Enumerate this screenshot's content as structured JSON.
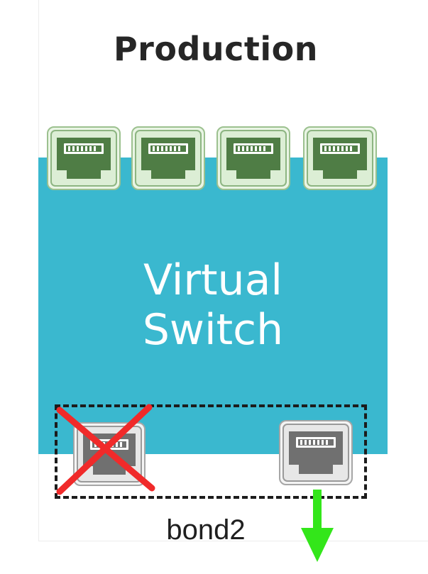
{
  "diagram": {
    "title": "Production",
    "switch": {
      "label_line1": "Virtual",
      "label_line2": "Switch"
    },
    "bond_label": "bond2",
    "uplink_ports": [
      "port-1",
      "port-2",
      "port-3",
      "port-4"
    ],
    "bond_ports": [
      {
        "id": "bond-port-1",
        "status": "failed"
      },
      {
        "id": "bond-port-2",
        "status": "active"
      }
    ],
    "colors": {
      "switch": "#3ab8cf",
      "uplink_port_fill": "#4f7d45",
      "uplink_port_frame": "#d9ecd2",
      "bond_port_fill": "#707070",
      "failure_mark": "#f02a2a",
      "traffic_arrow": "#33e61a"
    },
    "icons": {
      "uplink_port": "ethernet-port-icon",
      "bond_port": "ethernet-port-icon",
      "failure": "red-x-icon",
      "traffic": "down-arrow-icon"
    }
  }
}
